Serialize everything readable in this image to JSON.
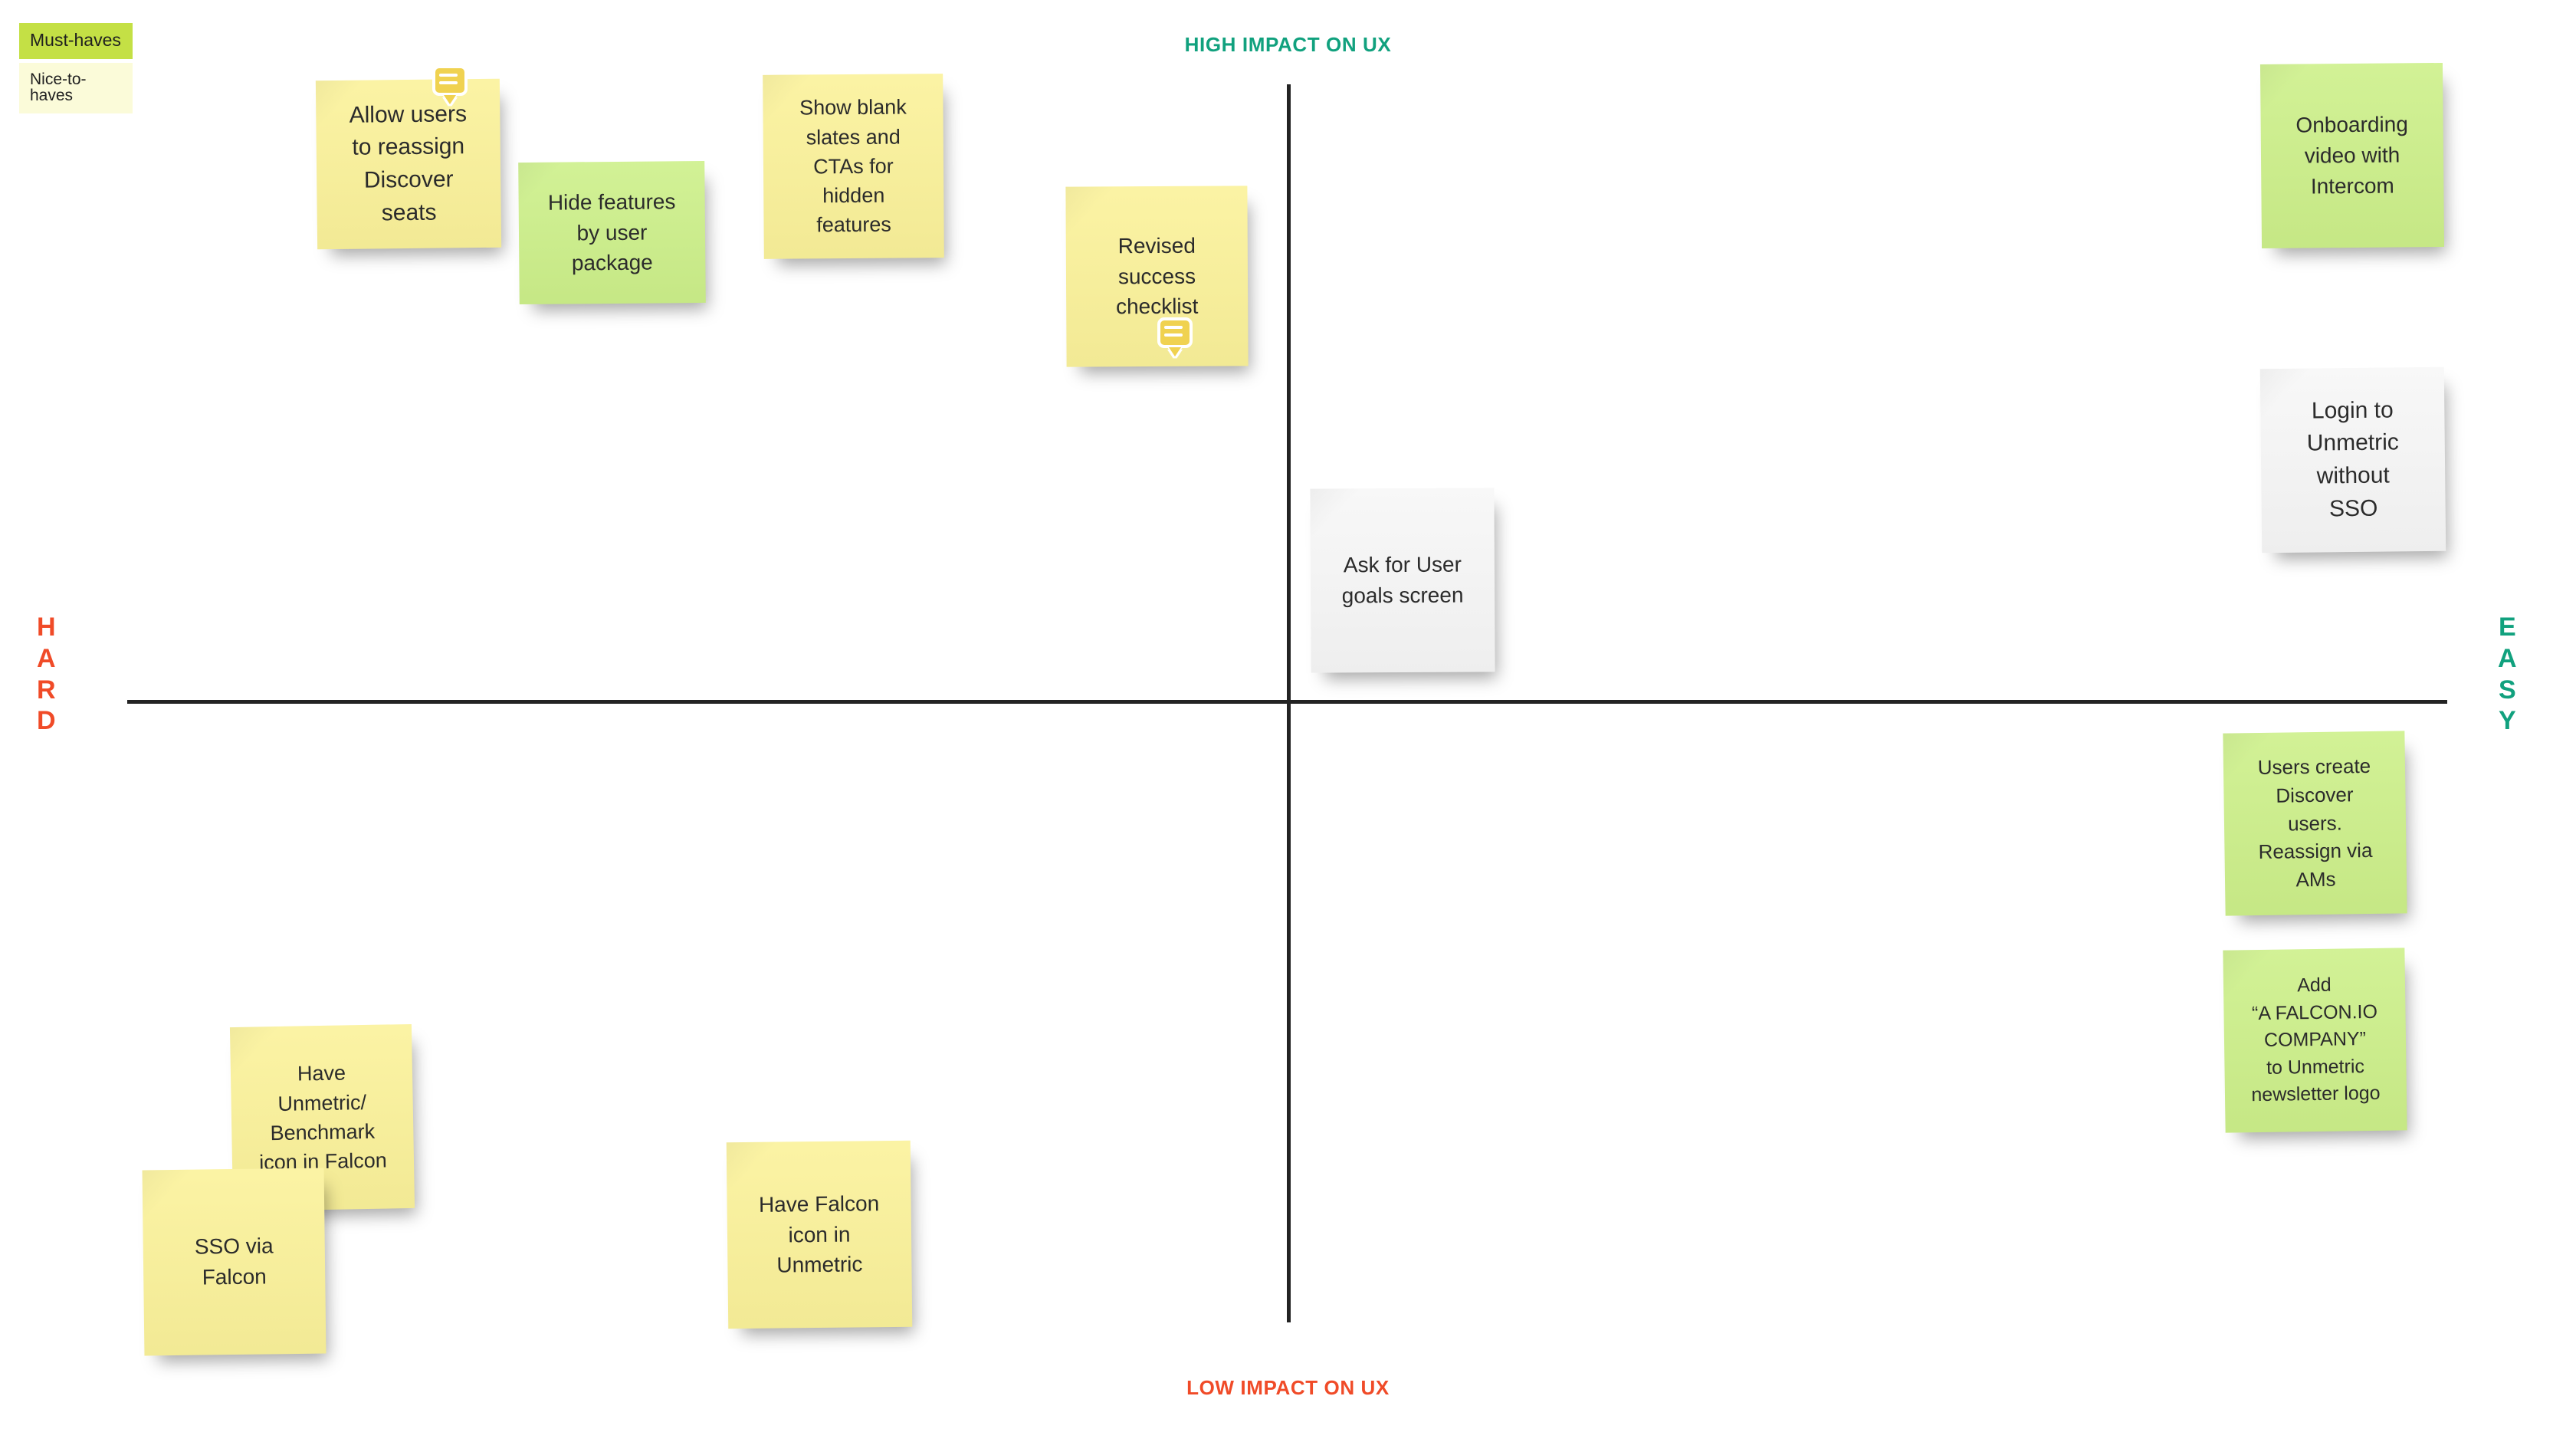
{
  "legend": {
    "items": [
      {
        "label": "Must-haves",
        "color": "#c4e045",
        "kind": "must"
      },
      {
        "label": "Nice-to-haves",
        "color": "#fbfbd9",
        "kind": "nice"
      }
    ]
  },
  "axes": {
    "top_label": "HIGH IMPACT ON UX",
    "bottom_label": "LOW IMPACT ON UX",
    "left_label": "HARD",
    "right_label": "EASY",
    "top_color": "#11a17e",
    "bottom_color": "#f04b28",
    "left_color": "#f04b28",
    "right_color": "#11a17e",
    "line_color": "#232323"
  },
  "notes": [
    {
      "id": "allow-users-reassign-discover-seats",
      "text": "Allow users\nto reassign\nDiscover\nseats",
      "color": "yellow",
      "hex": "#fbf29a",
      "has_comment": true
    },
    {
      "id": "hide-features-by-user-package",
      "text": "Hide features\nby user\npackage",
      "color": "green",
      "hex": "#cdf08a",
      "has_comment": false
    },
    {
      "id": "show-blank-slates-ctas",
      "text": "Show blank\nslates and\nCTAs for\nhidden\nfeatures",
      "color": "yellow",
      "hex": "#fbf29a",
      "has_comment": false
    },
    {
      "id": "revised-success-checklist",
      "text": "Revised\nsuccess\nchecklist",
      "color": "yellow",
      "hex": "#fbf29a",
      "has_comment": true
    },
    {
      "id": "onboarding-video-with-intercom",
      "text": "Onboarding\nvideo with\nIntercom",
      "color": "green",
      "hex": "#cdf08a",
      "has_comment": false
    },
    {
      "id": "login-to-unmetric-without-sso",
      "text": "Login to\nUnmetric\nwithout\nSSO",
      "color": "white",
      "hex": "#f7f7f7",
      "has_comment": false
    },
    {
      "id": "ask-for-user-goals-screen",
      "text": "Ask for User\ngoals screen",
      "color": "white",
      "hex": "#f7f7f7",
      "has_comment": false
    },
    {
      "id": "users-create-discover-users",
      "text": "Users create\nDiscover\nusers.\nReassign via\nAMs",
      "color": "green",
      "hex": "#cdf08a",
      "has_comment": false
    },
    {
      "id": "add-a-falcon-io-company",
      "text": "Add\n“A FALCON.IO\nCOMPANY”\nto Unmetric\nnewsletter logo",
      "color": "green",
      "hex": "#cdf08a",
      "has_comment": false
    },
    {
      "id": "have-unmetric-benchmark-icon-in-falcon",
      "text": "Have\nUnmetric/\nBenchmark\nicon in Falcon",
      "color": "yellow",
      "hex": "#fbf29a",
      "has_comment": false
    },
    {
      "id": "sso-via-falcon",
      "text": "SSO via\nFalcon",
      "color": "yellow",
      "hex": "#fbf29a",
      "has_comment": false
    },
    {
      "id": "have-falcon-icon-in-unmetric",
      "text": "Have Falcon\nicon in\nUnmetric",
      "color": "yellow",
      "hex": "#fbf29a",
      "has_comment": false
    }
  ]
}
